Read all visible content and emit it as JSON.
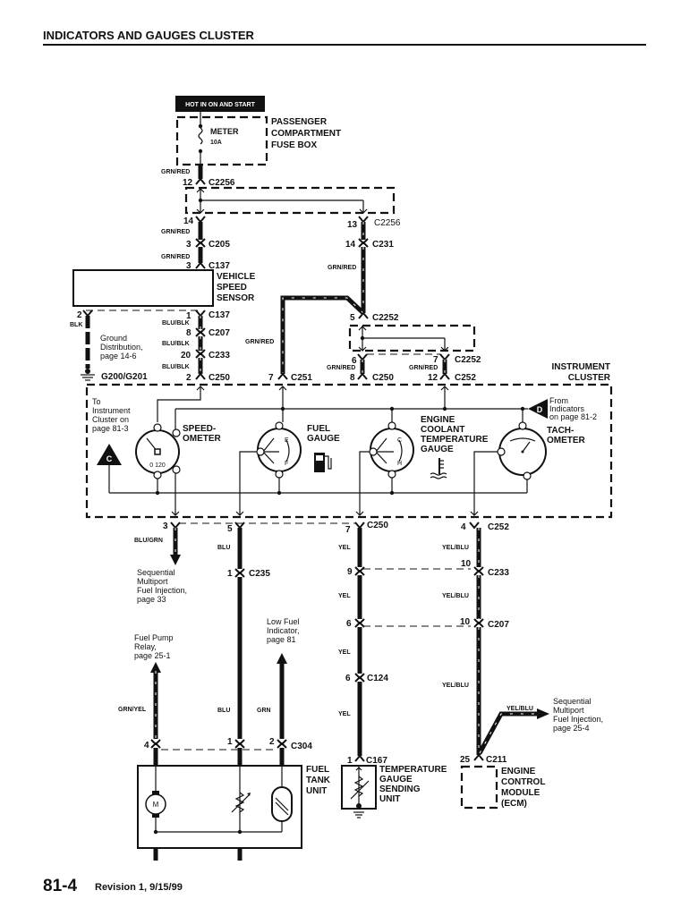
{
  "header": {
    "title": "INDICATORS AND GAUGES CLUSTER"
  },
  "footer": {
    "page_number": "81-4",
    "revision": "Revision 1, 9/15/99"
  },
  "power": {
    "hot_label": "HOT IN ON AND START",
    "fuse_name": "METER",
    "fuse_rating": "10A",
    "fuse_box": [
      "PASSENGER",
      "COMPARTMENT",
      "FUSE BOX"
    ]
  },
  "connectors": {
    "c2256_top": {
      "pin": "12",
      "name": "C2256"
    },
    "c2256_left": {
      "pin": "14"
    },
    "c2256_right": {
      "pin": "13",
      "name": "C2256"
    },
    "c205": {
      "pin": "3",
      "name": "C205"
    },
    "c137_top": {
      "pin": "3",
      "name": "C137"
    },
    "c231": {
      "pin": "14",
      "name": "C231"
    },
    "c137_bottom": {
      "pin": "1",
      "name": "C137"
    },
    "vss_gnd_pin": {
      "pin": "2"
    },
    "c207_vss": {
      "pin": "8",
      "name": "C207"
    },
    "c233_vss": {
      "pin": "20",
      "name": "C233"
    },
    "c250_vss": {
      "pin": "2",
      "name": "C250"
    },
    "c2252_top": {
      "pin": "5",
      "name": "C2252"
    },
    "c2252_left": {
      "pin": "6"
    },
    "c2252_right": {
      "pin": "7",
      "name": "C2252"
    },
    "c251": {
      "pin": "7",
      "name": "C251"
    },
    "c250_mid": {
      "pin": "8",
      "name": "C250"
    },
    "c252_top": {
      "pin": "12",
      "name": "C252"
    },
    "c_speedo_out": {
      "pin": "3"
    },
    "c_fuel_out": {
      "pin": "5"
    },
    "c250_bottom": {
      "pin": "7",
      "name": "C250"
    },
    "c252_bottom": {
      "pin": "4",
      "name": "C252"
    },
    "c235": {
      "pin": "1",
      "name": "C235"
    },
    "c233_ect": {
      "pin": "9"
    },
    "c233_tach": {
      "pin": "10",
      "name": "C233"
    },
    "c207_ect": {
      "pin": "6"
    },
    "c207_tach": {
      "pin": "10",
      "name": "C207"
    },
    "c124": {
      "pin": "6",
      "name": "C124"
    },
    "c304_a": {
      "pin": "4"
    },
    "c304_b": {
      "pin": "1"
    },
    "c304_c": {
      "pin": "2",
      "name": "C304"
    },
    "c167": {
      "pin": "1",
      "name": "C167"
    },
    "c211": {
      "pin": "25",
      "name": "C211"
    }
  },
  "wires": {
    "grn_red": "GRN/RED",
    "blu_blk": "BLU/BLK",
    "blk": "BLK",
    "blu_grn": "BLU/GRN",
    "blu": "BLU",
    "yel": "YEL",
    "yel_blu": "YEL/BLU",
    "grn_yel": "GRN/YEL",
    "grn": "GRN"
  },
  "components": {
    "vss": [
      "VEHICLE",
      "SPEED",
      "SENSOR"
    ],
    "ground": "G200/G201",
    "ground_ref": [
      "Ground",
      "Distribution,",
      "page 14-6"
    ],
    "cluster": [
      "INSTRUMENT",
      "CLUSTER"
    ],
    "to_cluster_ref": [
      "To",
      "Instrument",
      "Cluster on",
      "page 81-3"
    ],
    "marker_c": "C",
    "marker_d": "D",
    "from_indicators_ref": [
      "From",
      "Indicators",
      "on page 81-2"
    ],
    "speedometer": [
      "SPEED-",
      "OMETER"
    ],
    "speedo_scale": "0 120",
    "fuel_gauge": [
      "FUEL",
      "GAUGE"
    ],
    "fuel_scale": {
      "e": "E",
      "f": "F"
    },
    "ect_gauge": [
      "ENGINE",
      "COOLANT",
      "TEMPERATURE",
      "GAUGE"
    ],
    "ect_scale": {
      "c": "C",
      "h": "H"
    },
    "tachometer": [
      "TACH-",
      "OMETER"
    ],
    "sfi_ref_1": [
      "Sequential",
      "Multiport",
      "Fuel Injection,",
      "page 33"
    ],
    "fuel_pump_ref": [
      "Fuel Pump",
      "Relay,",
      "page 25-1"
    ],
    "low_fuel_ref": [
      "Low Fuel",
      "Indicator,",
      "page 81"
    ],
    "sfi_ref_2": [
      "Sequential",
      "Multiport",
      "Fuel Injection,",
      "page 25-4"
    ],
    "fuel_tank": [
      "FUEL",
      "TANK",
      "UNIT"
    ],
    "fuel_pump_motor": "M",
    "temp_sender": [
      "TEMPERATURE",
      "GAUGE",
      "SENDING",
      "UNIT"
    ],
    "ecm": [
      "ENGINE",
      "CONTROL",
      "MODULE",
      "(ECM)"
    ]
  }
}
